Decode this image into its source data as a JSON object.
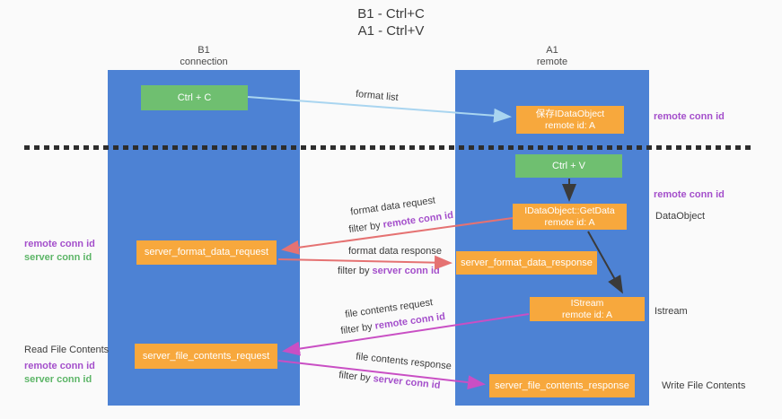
{
  "title": {
    "line1": "B1 - Ctrl+C",
    "line2": "A1 - Ctrl+V"
  },
  "columns": {
    "left": {
      "name": "B1",
      "sub": "connection"
    },
    "right": {
      "name": "A1",
      "sub": "remote"
    }
  },
  "nodes": {
    "ctrl_c": "Ctrl + C",
    "ctrl_v": "Ctrl + V",
    "save_idataobject": {
      "line1": "保存IDataObject",
      "line2": "remote id: A"
    },
    "getdata": {
      "line1": "IDataObject::GetData",
      "line2": "remote id: A"
    },
    "istream": {
      "line1": "IStream",
      "line2": "remote id: A"
    },
    "server_format_data_request": "server_format_data_request",
    "server_format_data_response": "server_format_data_response",
    "server_file_contents_request": "server_file_contents_request",
    "server_file_contents_response": "server_file_contents_response"
  },
  "side_labels": {
    "remote_conn_id_top_right": "remote conn id",
    "remote_conn_id_mid_right": "remote conn id",
    "dataobject": "DataObject",
    "istream": "Istream",
    "write_file_contents": "Write File Contents",
    "read_file_contents": "Read File Contents",
    "remote_conn_id_left_1": "remote conn id",
    "server_conn_id_left_1": "server conn id",
    "remote_conn_id_left_2": "remote conn id",
    "server_conn_id_left_2": "server conn id"
  },
  "arrow_labels": {
    "format_list": "format list",
    "format_data_request": "format data request",
    "format_data_response": "format data response",
    "file_contents_request": "file contents request",
    "file_contents_response": "file contents response",
    "filter_by": "filter by",
    "remote_conn_id": "remote conn id",
    "server_conn_id": "server conn id"
  },
  "colors": {
    "background": "#fafafa",
    "column_blue": "#4d82d4",
    "box_green": "#6fbf70",
    "box_orange": "#f7a83d",
    "arrow_light_blue": "#a9d5f0",
    "arrow_red": "#e57272",
    "arrow_magenta": "#c94fc4",
    "arrow_black": "#3a3a3a",
    "text_purple": "#a44fcb",
    "text_green": "#5cb567",
    "text_dark": "#3c3c3c"
  }
}
